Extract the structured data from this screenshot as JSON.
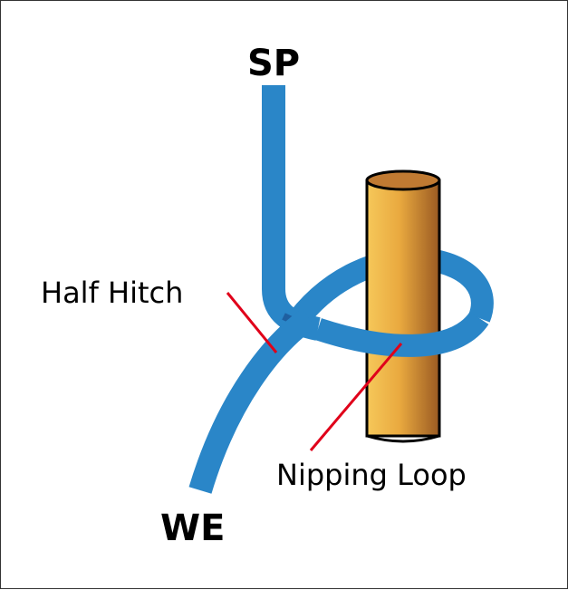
{
  "labels": {
    "standing_part": "SP",
    "working_end": "WE",
    "half_hitch": "Half Hitch",
    "nipping_loop": "Nipping Loop"
  },
  "colors": {
    "rope": "#2a86c8",
    "rope_shadow": "#1f5fa0",
    "pole_light": "#f6c85a",
    "pole_dark": "#9a5a22",
    "pole_top": "#c07a32",
    "outline": "#000000",
    "leader": "#e0001a",
    "border": "#333333"
  }
}
